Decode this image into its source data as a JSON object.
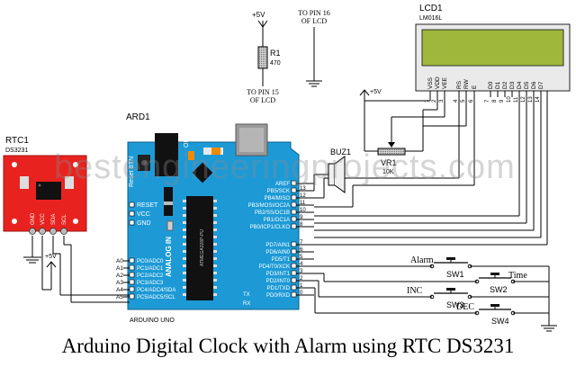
{
  "caption": "Arduino Digital Clock with Alarm using RTC DS3231",
  "watermark": "bestengineeringprojects.com",
  "lcd": {
    "ref": "LCD1",
    "model": "LM016L",
    "pins": [
      "VSS",
      "VDD",
      "VEE",
      "RS",
      "RW",
      "E",
      "D0",
      "D1",
      "D2",
      "D3",
      "D4",
      "D5",
      "D6",
      "D7"
    ],
    "pin_numbers": [
      "1",
      "2",
      "3",
      "4",
      "5",
      "6",
      "7",
      "8",
      "9",
      "10",
      "11",
      "12",
      "13",
      "14"
    ],
    "screen_color": "#9fb73a"
  },
  "r1": {
    "ref": "R1",
    "value": "470",
    "supply": "+5V",
    "note": "TO PIN 15 OF LCD"
  },
  "pin16_note": "TO PIN 16 OF LCD",
  "vr1": {
    "ref": "VR1",
    "value": "10K",
    "supply": "+5V"
  },
  "buz": {
    "ref": "BUZ1"
  },
  "arduino": {
    "ref": "ARD1",
    "name": "ARDUINO UNO",
    "reset_btn": "Reset BTN",
    "on_label": "ON",
    "chip_label": "ATMEGA328P-PU",
    "board_color": "#1d9ad6",
    "power_pins": [
      "RESET",
      "VCC",
      "GND"
    ],
    "analog_label": "ANALOG IN",
    "analog_pins": [
      "PC0/ADC0",
      "PC1/ADC1",
      "PC2/ADC2",
      "PC3/ADC3",
      "PC4/ADC4/SDA",
      "PC5/ADC5/SCL"
    ],
    "analog_nums": [
      "A0",
      "A1",
      "A2",
      "A3",
      "A4",
      "A5"
    ],
    "digital_top": [
      "AREF",
      "PB5/SCK",
      "PB4/MISO",
      "PB3/MOSI/OC2A",
      "PB2/SS/OC1B",
      "PB1/OC1A",
      "PB0/ICP1/CLKO"
    ],
    "digital_top_nums": [
      "13",
      "12",
      "11",
      "10",
      "9",
      "8"
    ],
    "digital_bottom": [
      "PD7/AIN1",
      "PD6/AIN0",
      "PD5/T1",
      "PD4/T0/XCK",
      "PD3/INT1",
      "PD2/INT0",
      "PD1/TXD",
      "PD0/RXD"
    ],
    "digital_bottom_nums": [
      "7",
      "6",
      "5",
      "4",
      "3",
      "2",
      "1",
      "0"
    ],
    "tx": "TX",
    "rx": "RX"
  },
  "rtc": {
    "ref": "RTC1",
    "model": "DS3231",
    "pins": [
      "GND",
      "VCC",
      "SDA",
      "SCL"
    ],
    "supply": "+5V",
    "board_color": "#e8231f"
  },
  "switches": [
    {
      "ref": "SW1",
      "label": "Alarm"
    },
    {
      "ref": "SW2",
      "label": "Time"
    },
    {
      "ref": "SW3",
      "label": "INC"
    },
    {
      "ref": "SW4",
      "label": "DEC"
    }
  ]
}
